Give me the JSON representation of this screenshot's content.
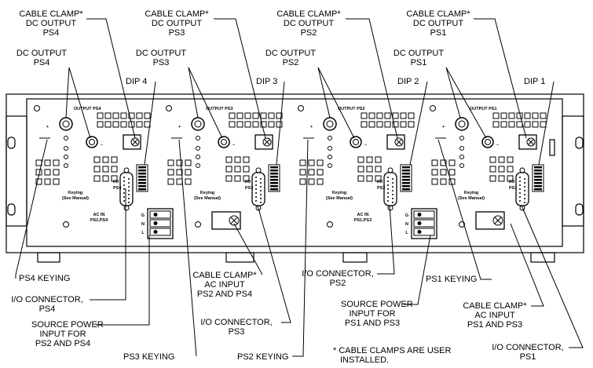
{
  "callouts": {
    "cc_dc_ps4": [
      "CABLE CLAMP*",
      "DC OUTPUT",
      "PS4"
    ],
    "cc_dc_ps3": [
      "CABLE CLAMP*",
      "DC OUTPUT",
      "PS3"
    ],
    "cc_dc_ps2": [
      "CABLE CLAMP*",
      "DC OUTPUT",
      "PS2"
    ],
    "cc_dc_ps1": [
      "CABLE CLAMP*",
      "DC OUTPUT",
      "PS1"
    ],
    "dc_ps4": [
      "DC OUTPUT",
      "PS4"
    ],
    "dc_ps3": [
      "DC OUTPUT",
      "PS3"
    ],
    "dc_ps2": [
      "DC OUTPUT",
      "PS2"
    ],
    "dc_ps1": [
      "DC OUTPUT",
      "PS1"
    ],
    "dip4": "DIP 4",
    "dip3": "DIP 3",
    "dip2": "DIP 2",
    "dip1": "DIP 1",
    "ps4_keying": "PS4 KEYING",
    "io_ps4": [
      "I/O CONNECTOR,",
      "PS4"
    ],
    "src_ps2_ps4": [
      "SOURCE POWER",
      "INPUT FOR",
      "PS2 AND PS4"
    ],
    "ps3_keying": "PS3 KEYING",
    "cc_ac_ps2_ps4": [
      "CABLE CLAMP*",
      "AC INPUT",
      "PS2 AND PS4"
    ],
    "io_ps3": [
      "I/O CONNECTOR,",
      "PS3"
    ],
    "ps2_keying": "PS2 KEYING",
    "io_ps2": [
      "I/O CONNECTOR,",
      "PS2"
    ],
    "src_ps1_ps3": [
      "SOURCE POWER",
      "INPUT FOR",
      "PS1 AND PS3"
    ],
    "ps1_keying": "PS1 KEYING",
    "cc_ac_ps1_ps3": [
      "CABLE CLAMP*",
      "AC INPUT",
      "PS1 AND PS3"
    ],
    "io_ps1": [
      "I/O CONNECTOR,",
      "PS1"
    ],
    "note": [
      "* CABLE CLAMPS ARE USER",
      "INSTALLED."
    ]
  },
  "panel": {
    "modules": [
      {
        "output": "OUTPUT PS4",
        "keying": [
          "Keying",
          "(See Manual)"
        ],
        "io": [
          "I/O",
          "PS4"
        ],
        "ac": [
          "AC IN",
          "PS2,PS4"
        ]
      },
      {
        "output": "OUTPUT PS3",
        "keying": [
          "Keying",
          "(See Manual)"
        ],
        "io": [
          "I/O",
          "PS3"
        ],
        "ac": [
          "",
          ""
        ]
      },
      {
        "output": "OUTPUT PS2",
        "keying": [
          "Keying",
          "(See Manual)"
        ],
        "io": [
          "I/O",
          "PS2"
        ],
        "ac": [
          "AC IN",
          "PS1,PS3"
        ]
      },
      {
        "output": "OUTPUT PS1",
        "keying": [
          "Keying",
          "(See Manual)"
        ],
        "io": [
          "I/O",
          "PS1"
        ],
        "ac": [
          "",
          ""
        ]
      }
    ],
    "plus": "+",
    "minus": "−",
    "terminal_letters": [
      "G",
      "N",
      "L"
    ]
  }
}
